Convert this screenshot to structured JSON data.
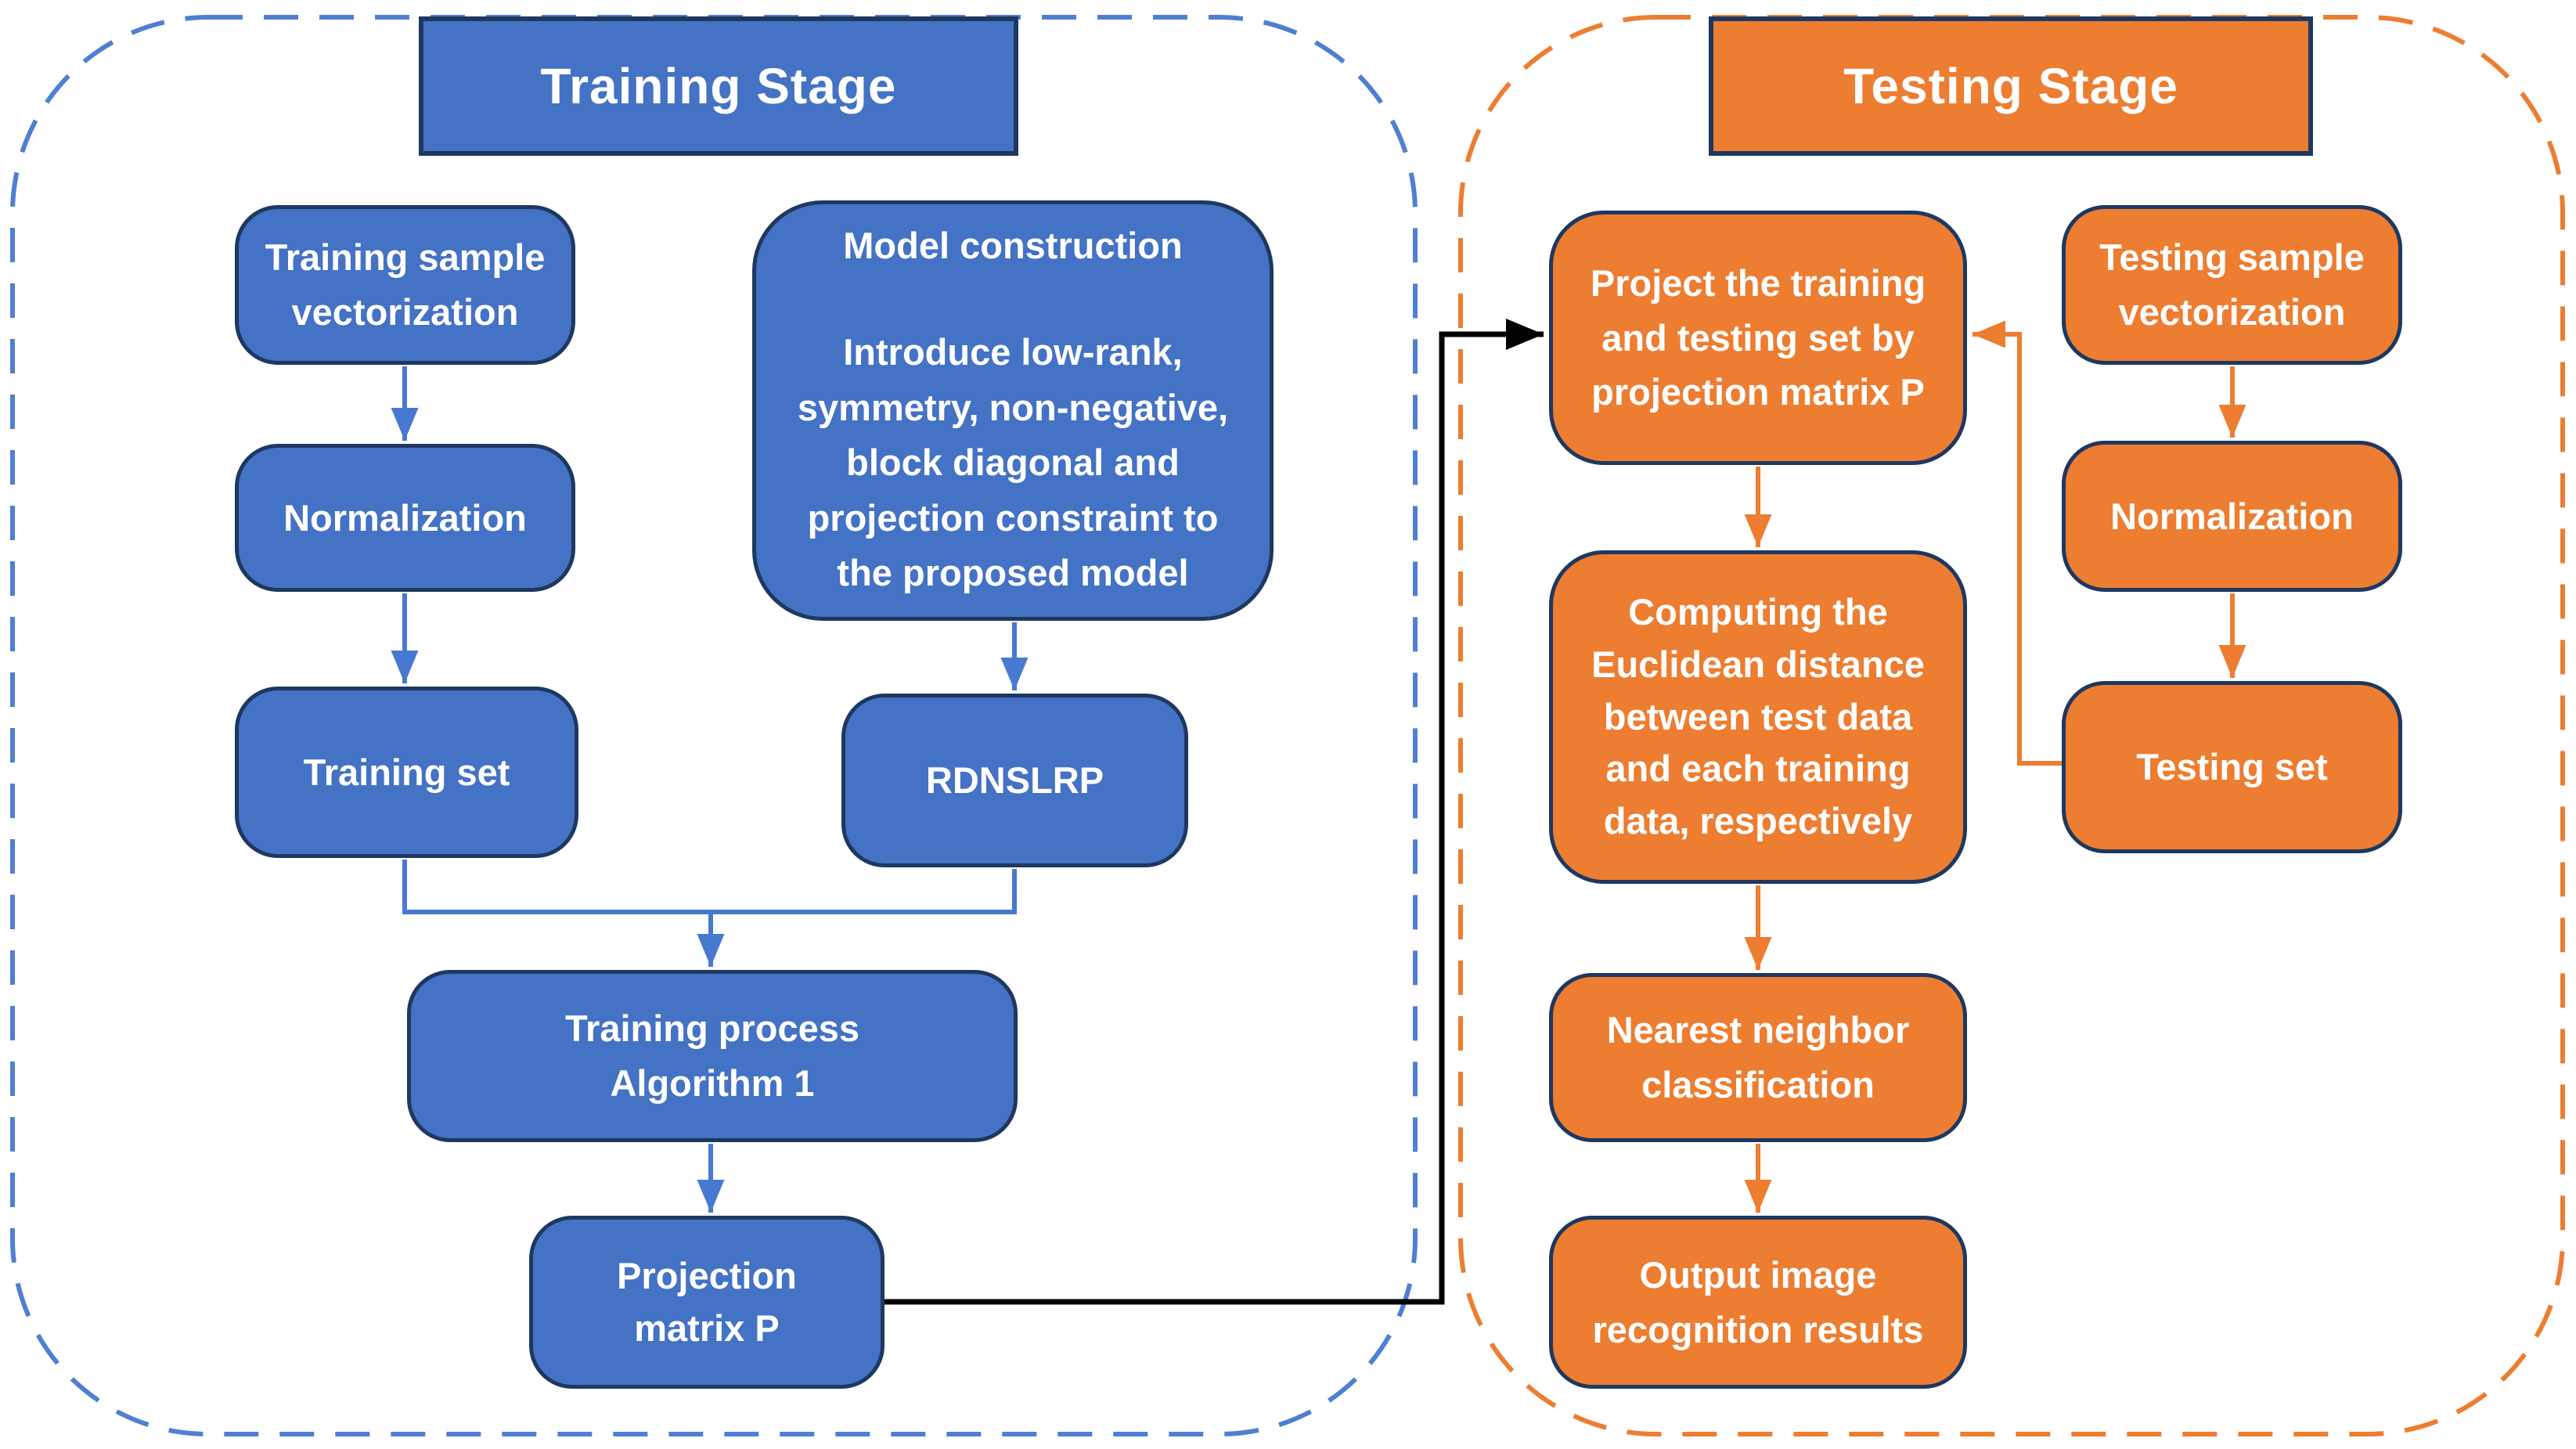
{
  "colors": {
    "blue_fill": "#4472c4",
    "orange_fill": "#ed7d31",
    "box_border": "#1e3860",
    "blue_line": "#4779d1",
    "orange_line": "#ed7d31",
    "black_line": "#000000",
    "blue_dash": "#4f7fd2",
    "orange_dash": "#ed7d31",
    "text": "#ffffff"
  },
  "training_stage": {
    "title": "Training Stage",
    "boxes": {
      "training_sample_vectorization": "Training sample\nvectorization",
      "normalization": "Normalization",
      "training_set": "Training set",
      "model_construction_heading": "Model construction",
      "model_construction_body": "Introduce low-rank,\nsymmetry, non-negative,\nblock diagonal and\nprojection constraint to\nthe proposed model",
      "rdnslrp": "RDNSLRP",
      "training_process": "Training process\nAlgorithm 1",
      "projection_matrix": "Projection\nmatrix P"
    }
  },
  "testing_stage": {
    "title": "Testing Stage",
    "boxes": {
      "project_sets": "Project the training\nand testing set by\nprojection matrix P",
      "computing_distance": "Computing the\nEuclidean distance\nbetween test data\nand each training\ndata, respectively",
      "nearest_neighbor": "Nearest neighbor\nclassification",
      "output_results": "Output image\nrecognition results",
      "testing_sample_vectorization": "Testing sample\nvectorization",
      "normalization": "Normalization",
      "testing_set": "Testing set"
    }
  }
}
